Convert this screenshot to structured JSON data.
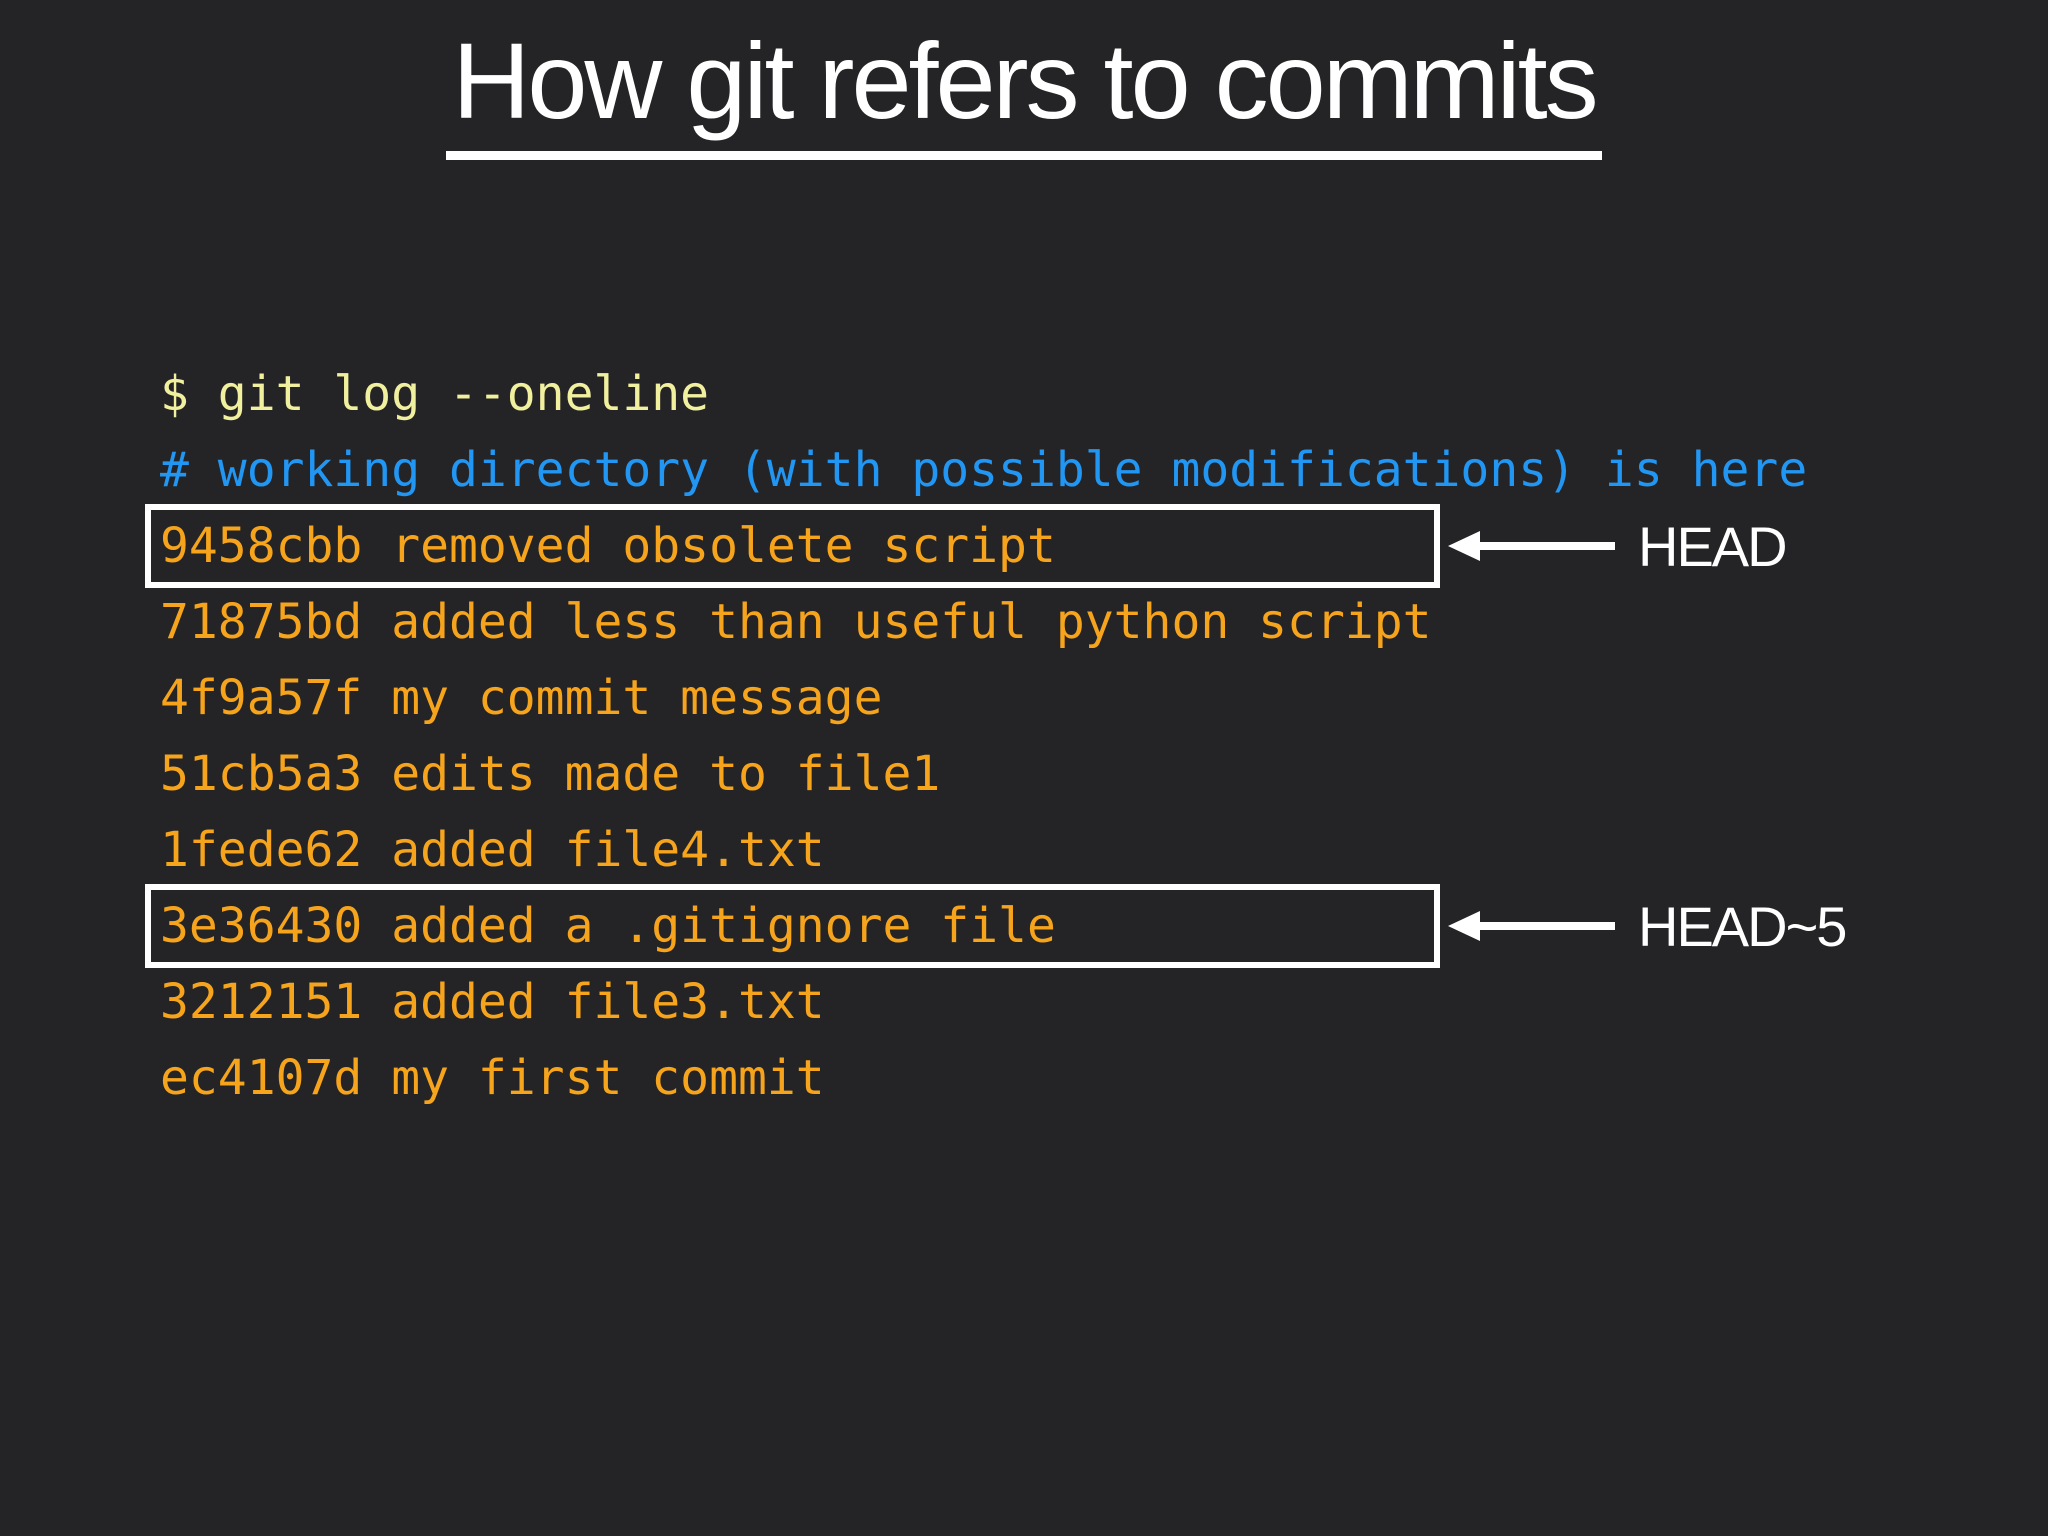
{
  "slide": {
    "title": "How git refers to commits",
    "palette": {
      "background": "#242427",
      "command": "#F0F09E",
      "comment": "#2196F3",
      "commit": "#F7A41D",
      "box_border": "#FFFFFF",
      "annotation": "#FFFFFF",
      "title": "#FFFFFF"
    },
    "terminal": {
      "lines": [
        {
          "text": "$ git log --oneline",
          "role": "command",
          "highlighted": false
        },
        {
          "text": "# working directory (with possible modifications) is here",
          "role": "comment",
          "highlighted": false
        },
        {
          "text": "9458cbb removed obsolete script",
          "role": "commit",
          "highlighted": true,
          "annotation": "HEAD"
        },
        {
          "text": "71875bd added less than useful python script",
          "role": "commit",
          "highlighted": false
        },
        {
          "text": "4f9a57f my commit message",
          "role": "commit",
          "highlighted": false
        },
        {
          "text": "51cb5a3 edits made to file1",
          "role": "commit",
          "highlighted": false
        },
        {
          "text": "1fede62 added file4.txt",
          "role": "commit",
          "highlighted": false
        },
        {
          "text": "3e36430 added a .gitignore file",
          "role": "commit",
          "highlighted": true,
          "annotation": "HEAD~5"
        },
        {
          "text": "3212151 added file3.txt",
          "role": "commit",
          "highlighted": false
        },
        {
          "text": "ec4107d my first commit",
          "role": "commit",
          "highlighted": false
        }
      ]
    },
    "annotations": [
      {
        "label": "HEAD",
        "points_to_commit": "9458cbb",
        "arrow_direction": "left"
      },
      {
        "label": "HEAD~5",
        "points_to_commit": "3e36430",
        "arrow_direction": "left"
      }
    ]
  }
}
